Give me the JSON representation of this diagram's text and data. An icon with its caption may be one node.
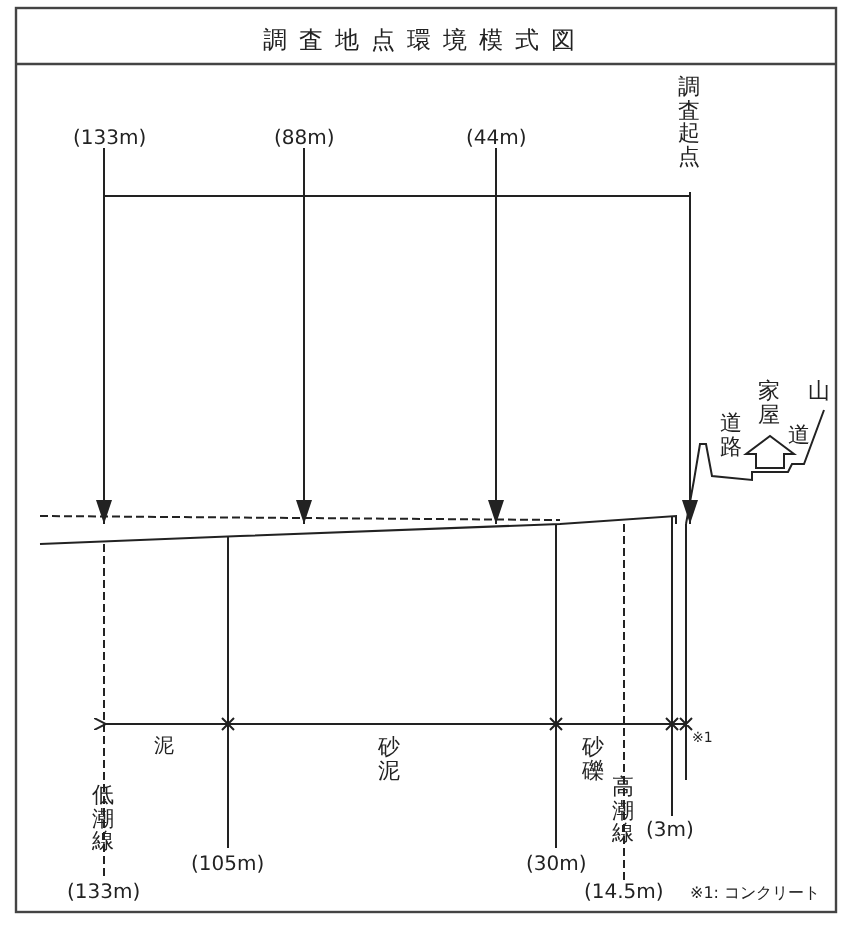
{
  "diagram": {
    "title": "調査地点環境模式図",
    "labels": [
      "(133m)",
      "(88m)",
      "(44m)",
      "調査起点",
      "山",
      "家屋",
      "道路",
      "道",
      "泥",
      "砂泥",
      "砂礫",
      "※1",
      "低潮線",
      "高潮線",
      "(3m)",
      "(105m)",
      "(30m)",
      "(133m)",
      "(14.5m)",
      "※1: コンクリート"
    ]
  }
}
